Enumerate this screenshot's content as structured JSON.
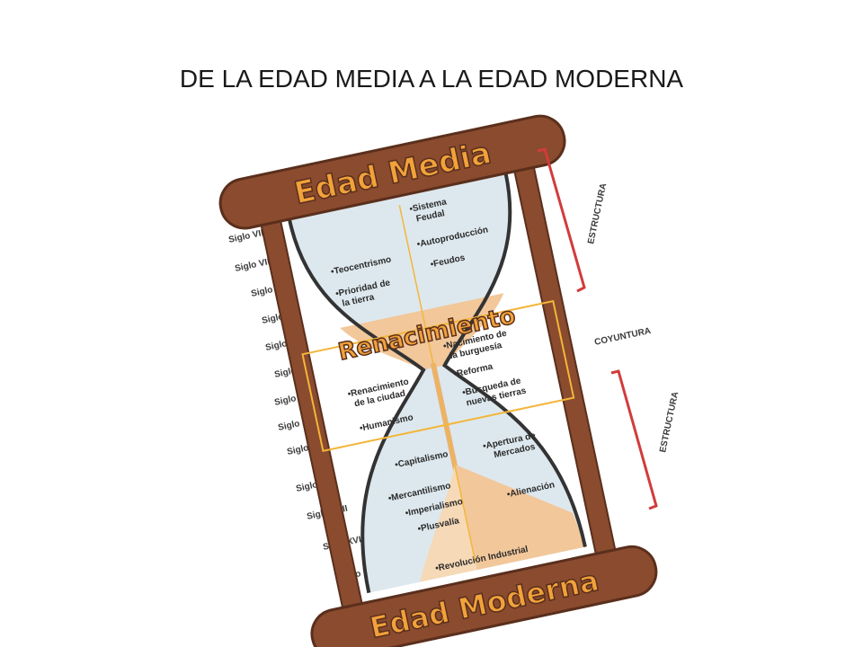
{
  "title": "DE LA EDAD MEDIA A LA EDAD MODERNA",
  "banners": {
    "top": "Edad Media",
    "middle": "Renacimiento",
    "bottom": "Edad Moderna"
  },
  "centuries": [
    "Siglo VII",
    "Siglo VIII",
    "Siglo IX",
    "Siglo X",
    "Siglo XI",
    "Siglo XII",
    "Siglo XIII",
    "Siglo XIV",
    "Siglo XV",
    "Siglo XVI",
    "Siglo XVII",
    "Siglo XVIII",
    "Siglo XIX"
  ],
  "side_labels": {
    "top": "ESTRUCTURA",
    "middle": "COYUNTURA",
    "bottom": "ESTRUCTURA"
  },
  "items": {
    "top_left": [
      "•Teocentrismo",
      "•Prioridad de",
      "la tierra"
    ],
    "top_right": [
      "•Sistema",
      "Feudal",
      "•Autoproducción",
      "•Feudos"
    ],
    "mid_left": [
      "•Renacimiento",
      "de la ciudad",
      "•Humanismo"
    ],
    "mid_right": [
      "•Nacimiento de",
      "la burguesía",
      "•Reforma",
      "•Búsqueda de",
      "nuevas tierras"
    ],
    "bottom_left": [
      "•Capitalismo",
      "•Mercantilismo",
      "•Imperialismo",
      "•Plusvalía",
      "•Revolución Industrial"
    ],
    "bottom_right": [
      "•Apertura de",
      "Mercados",
      "•Alienación"
    ]
  },
  "colors": {
    "wood": "#8a4b2f",
    "wood_dark": "#5a2f1c",
    "banner_text": "#f2a23a",
    "sand": "#f2c79a",
    "glass": "#dde8ee",
    "bracket": "#d23b3b",
    "box": "#f2b63a"
  }
}
